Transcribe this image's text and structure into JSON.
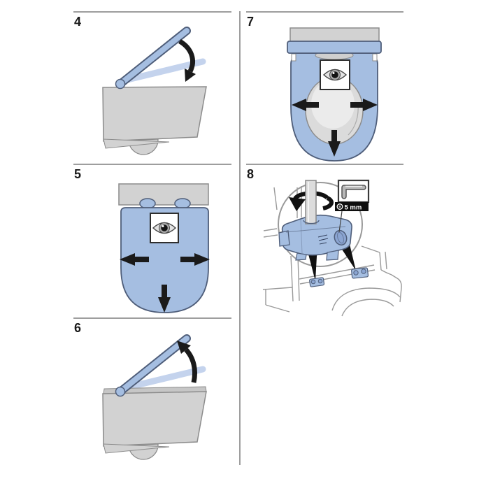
{
  "document_kind": "installation-instruction-steps",
  "steps": [
    {
      "number": "4",
      "icon": "close-lid-arrow"
    },
    {
      "number": "5",
      "icon": "eye-icon"
    },
    {
      "number": "6",
      "icon": "open-lid-arrow"
    },
    {
      "number": "7",
      "icon": "eye-icon"
    },
    {
      "number": "8",
      "icon": "hex-key-icon"
    }
  ],
  "step8": {
    "tool_size_label": "5 mm",
    "tool_icon": "hex-key-icon",
    "socket_size_icon": "hex-socket-icon",
    "rotate_icon": "rotation-arrow"
  },
  "icons": {
    "inspection": "eye-icon"
  },
  "colors": {
    "seat_blue": "#A5BEE1",
    "seat_blue_light": "#C4D3ED",
    "seat_outline": "#4F5E7A",
    "knob_blue": "#8BA5D2",
    "ceramic_gray": "#D2D2D2",
    "ceramic_outline": "#8C8C8C",
    "sketch_line": "#9A9A9A",
    "arrow_black": "#1A1A1A",
    "rule_gray": "#9E9E9E",
    "callout_black": "#0D0D0D"
  }
}
